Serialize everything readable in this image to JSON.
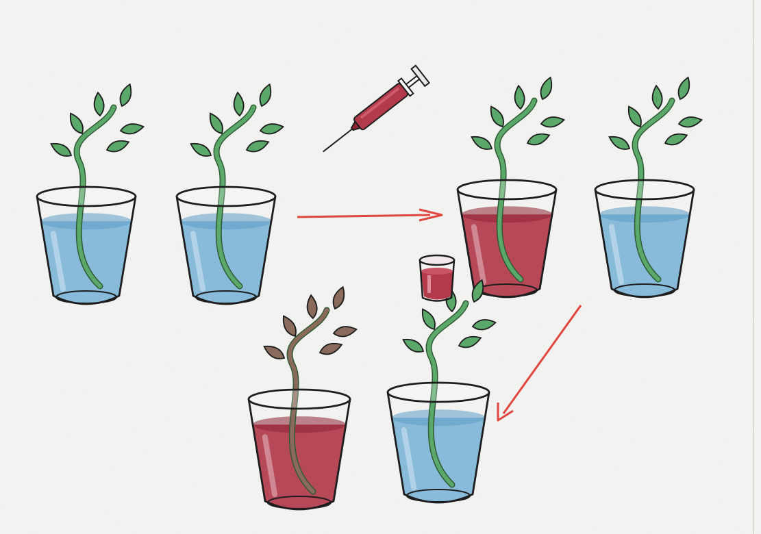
{
  "scene": {
    "top_row": [
      {
        "role": "glass",
        "liquid": "water"
      },
      {
        "role": "glass",
        "liquid": "water"
      },
      {
        "role": "glass",
        "liquid": "red-dye",
        "syringe": true
      },
      {
        "role": "glass",
        "liquid": "water"
      }
    ],
    "bottom_row": [
      {
        "role": "glass",
        "liquid": "red-dye",
        "leaves": "tinted"
      },
      {
        "role": "glass",
        "liquid": "water",
        "leaves": "green"
      }
    ],
    "small_vial": {
      "liquid": "red-dye"
    },
    "arrows": 2
  },
  "colors": {
    "paper": "#f3f3f1",
    "water": "#7fb6d8",
    "water_dark": "#5c9cc6",
    "red_dye": "#b23a4b",
    "red_dark": "#8e2434",
    "leaf_green": "#5aa86a",
    "leaf_tinted": "#8a6a5a",
    "outline": "#1d1d1d",
    "arrow_red": "#e0463e"
  }
}
